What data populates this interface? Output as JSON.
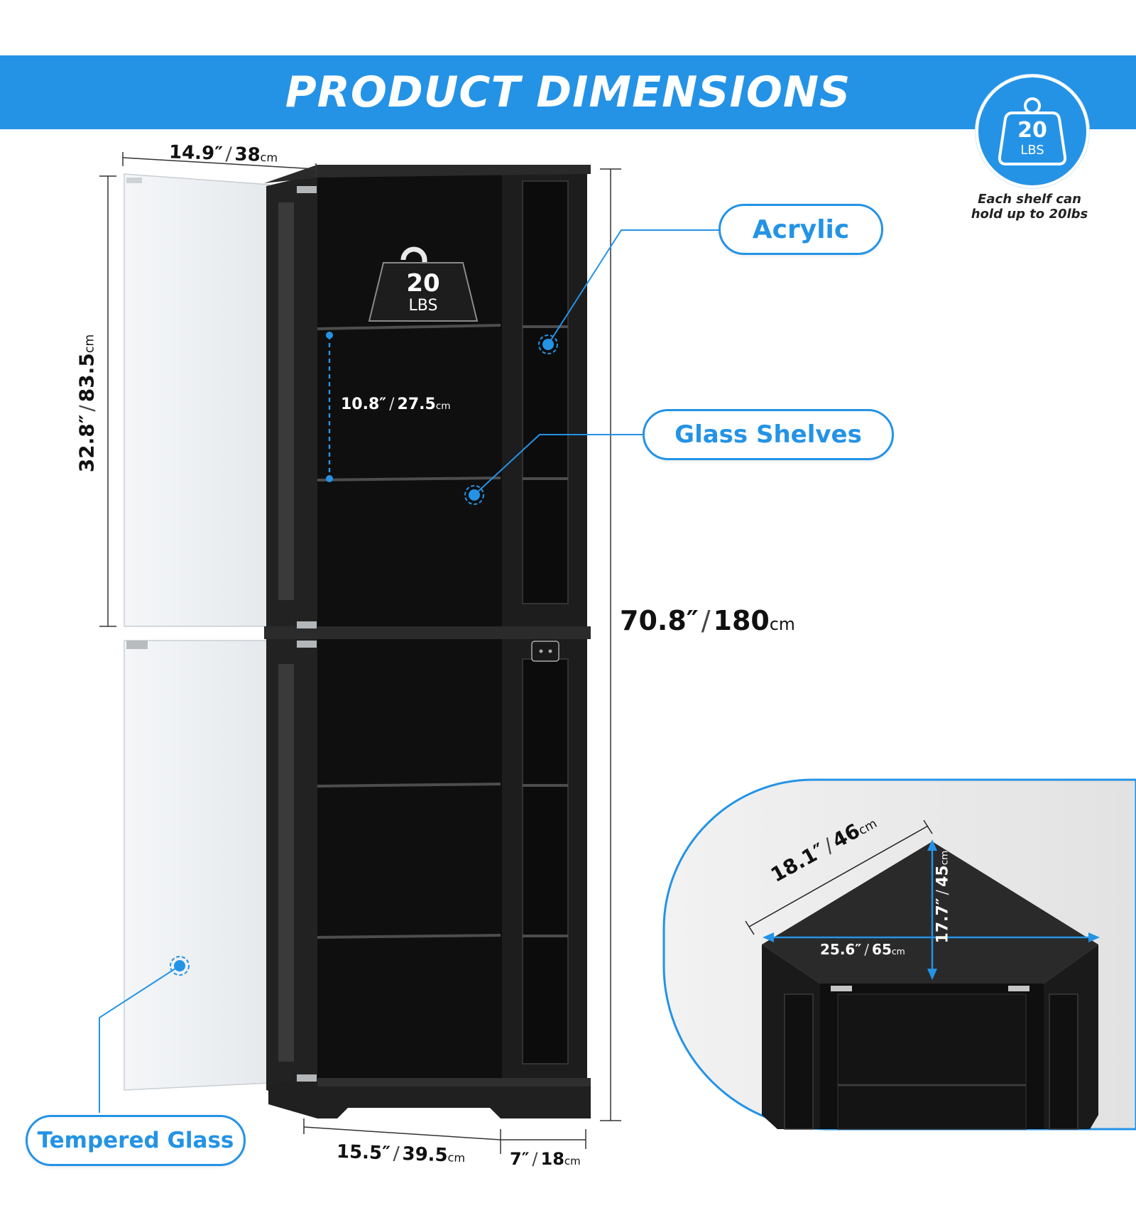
{
  "header": {
    "title": "PRODUCT DIMENSIONS"
  },
  "badge": {
    "weight": "20",
    "unit": "LBS",
    "note_line1": "Each shelf can",
    "note_line2": "hold up to 20lbs"
  },
  "shelf_weight": {
    "weight": "20",
    "unit": "LBS"
  },
  "callouts": {
    "acrylic": "Acrylic",
    "glass_shelves": "Glass Shelves",
    "tempered_glass": "Tempered Glass"
  },
  "dimensions": {
    "door_width": {
      "in": "14.9″",
      "sep": "/",
      "cm": "38",
      "unit": "cm"
    },
    "door_height": {
      "in": "32.8″",
      "sep": "/",
      "cm": "83.5",
      "unit": "cm"
    },
    "shelf_gap": {
      "in": "10.8″",
      "sep": "/",
      "cm": "27.5",
      "unit": "cm"
    },
    "total_height": {
      "in": "70.8″",
      "sep": "/",
      "cm": "180",
      "unit": "cm"
    },
    "front_width": {
      "in": "15.5″",
      "sep": "/",
      "cm": "39.5",
      "unit": "cm"
    },
    "side_width": {
      "in": "7″",
      "sep": "/",
      "cm": "18",
      "unit": "cm"
    },
    "top_side": {
      "in": "18.1″",
      "sep": "/",
      "cm": "46",
      "unit": "cm"
    },
    "top_depth": {
      "in": "17.7″",
      "sep": "/",
      "cm": "45",
      "unit": "cm"
    },
    "top_width": {
      "in": "25.6″",
      "sep": "/",
      "cm": "65",
      "unit": "cm"
    }
  },
  "colors": {
    "accent": "#2493e6",
    "cabinet": "#1b1b1b",
    "inset_bg": "#ececec"
  }
}
